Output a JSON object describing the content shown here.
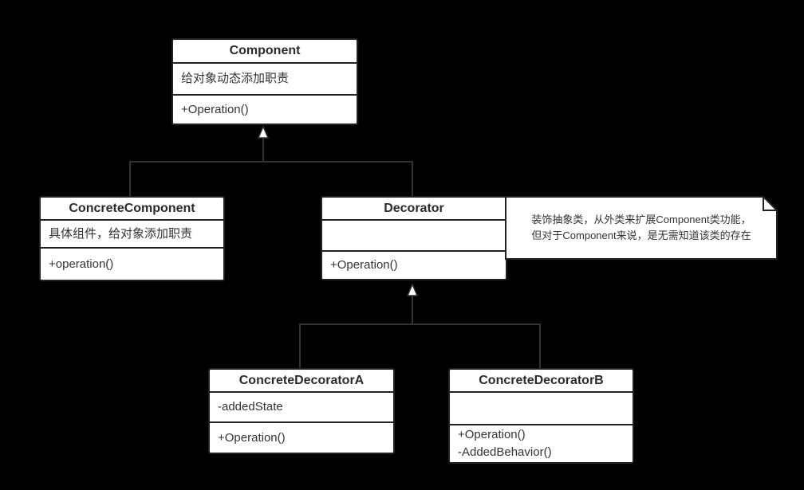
{
  "colors": {
    "background": "#000000",
    "node_fill": "#ffffff",
    "node_border": "#222222",
    "edge_line": "#333333",
    "text": "#333333"
  },
  "classes": [
    {
      "id": "component",
      "name": "Component",
      "attributes": [
        "给对象动态添加职责"
      ],
      "methods": [
        "+Operation()"
      ]
    },
    {
      "id": "concrete-component",
      "name": "ConcreteComponent",
      "attributes": [
        "具体组件，给对象添加职责"
      ],
      "methods": [
        "+operation()"
      ]
    },
    {
      "id": "decorator",
      "name": "Decorator",
      "attributes": [],
      "methods": [
        "+Operation()"
      ]
    },
    {
      "id": "concrete-decorator-a",
      "name": "ConcreteDecoratorA",
      "attributes": [
        "-addedState"
      ],
      "methods": [
        "+Operation()"
      ]
    },
    {
      "id": "concrete-decorator-b",
      "name": "ConcreteDecoratorB",
      "attributes": [],
      "methods": [
        "+Operation()",
        "-AddedBehavior()"
      ]
    }
  ],
  "note": {
    "lines": [
      "装饰抽象类，从外类来扩展Component类功能，",
      "但对于Component来说，是无需知道该类的存在"
    ]
  },
  "relationships": [
    {
      "from": "ConcreteComponent",
      "to": "Component",
      "type": "generalization"
    },
    {
      "from": "Decorator",
      "to": "Component",
      "type": "generalization"
    },
    {
      "from": "ConcreteDecoratorA",
      "to": "Decorator",
      "type": "generalization"
    },
    {
      "from": "ConcreteDecoratorB",
      "to": "Decorator",
      "type": "generalization"
    },
    {
      "from": "note",
      "to": "Decorator",
      "type": "annotation"
    }
  ]
}
